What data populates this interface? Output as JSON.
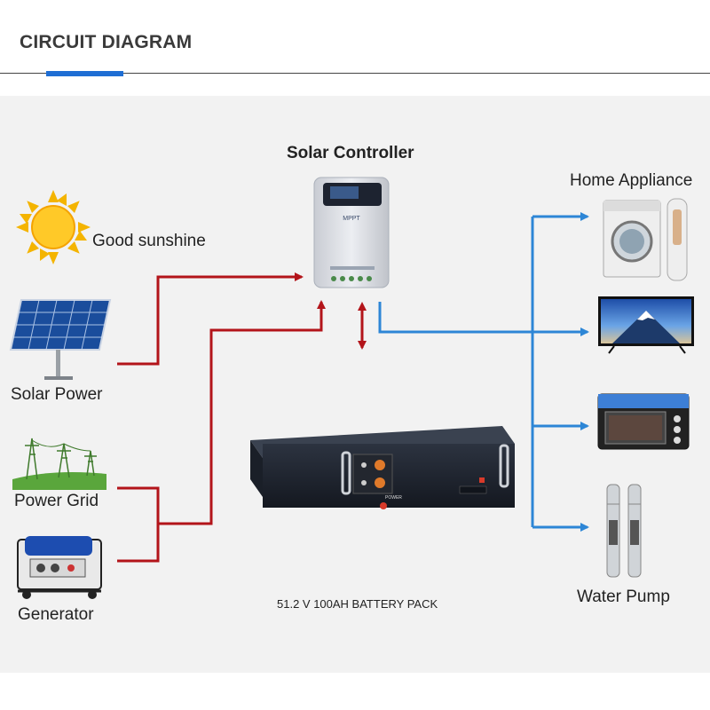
{
  "header": {
    "title": "CIRCUIT DIAGRAM"
  },
  "controller": {
    "title": "Solar Controller",
    "brand": "MPPT"
  },
  "sources": {
    "sunshine": "Good sunshine",
    "solar": "Solar Power",
    "grid": "Power Grid",
    "generator": "Generator"
  },
  "battery": {
    "label": "51.2 V 100AH BATTERY PACK",
    "power_label": "POWER"
  },
  "loads": {
    "appliance": "Home Appliance",
    "pump": "Water Pump"
  },
  "colors": {
    "accent": "#1f6ed4",
    "input_wire": "#b3141a",
    "output_wire": "#2d86d6"
  }
}
